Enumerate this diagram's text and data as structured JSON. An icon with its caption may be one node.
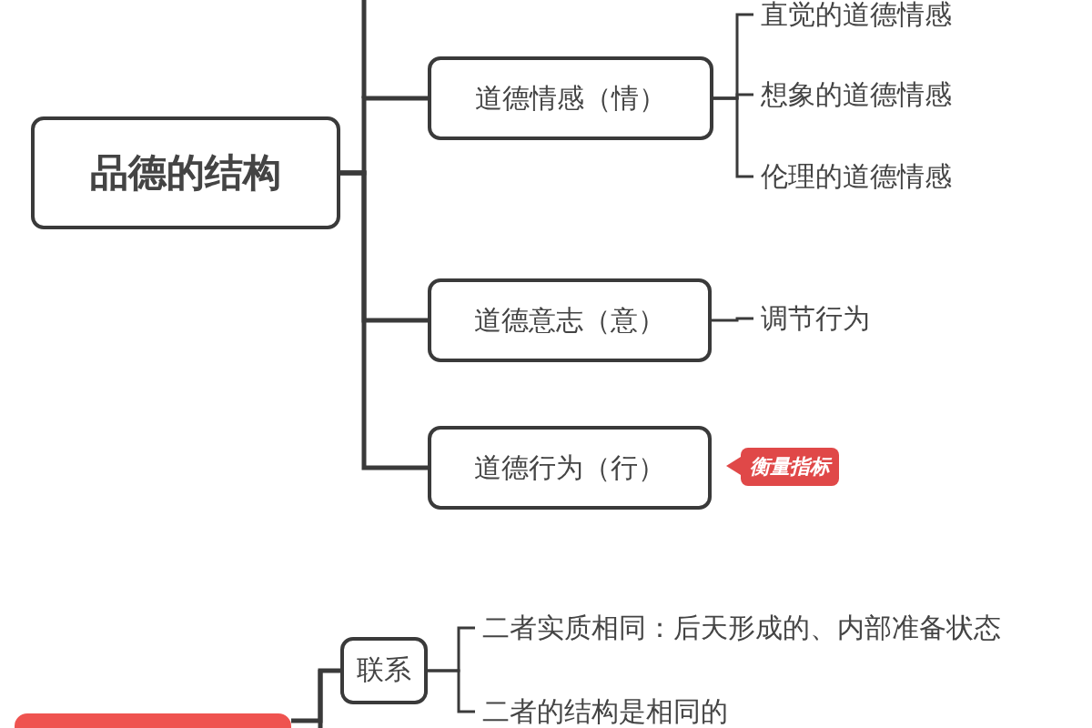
{
  "diagram": {
    "nodes": [
      {
        "text": [
          "品德的结构"
        ]
      },
      {
        "text": [
          "道德情感（情）"
        ]
      },
      {
        "text": [
          "直觉的道德情感"
        ]
      },
      {
        "text": [
          "想象的道德情感"
        ]
      },
      {
        "text": [
          "伦理的道德情感"
        ]
      },
      {
        "text": [
          "道德意志（意）"
        ]
      },
      {
        "text": [
          "调节行为"
        ]
      },
      {
        "text": [
          "道德行为（行）"
        ],
        "beside": [
          "衡量指标"
        ]
      },
      {
        "text": [],
        "shape": "box"
      },
      {
        "text": [
          "联系"
        ]
      },
      {
        "text": [
          "二者实质相同：后天形成的、内部准备状态"
        ]
      },
      {
        "text": [
          "二者的结构是相同的"
        ]
      }
    ],
    "edges": [
      {
        "from": 0,
        "to": 1,
        "arrow": "none"
      },
      {
        "from": 0,
        "to": 5,
        "arrow": "none"
      },
      {
        "from": 0,
        "to": 7,
        "arrow": "none"
      },
      {
        "from": 1,
        "to": 2,
        "arrow": "none"
      },
      {
        "from": 1,
        "to": 3,
        "arrow": "none"
      },
      {
        "from": 1,
        "to": 4,
        "arrow": "none"
      },
      {
        "from": 5,
        "to": 6,
        "arrow": "none"
      },
      {
        "from": 8,
        "to": 9,
        "arrow": "none"
      },
      {
        "from": 9,
        "to": 10,
        "arrow": "none"
      },
      {
        "from": 9,
        "to": 11,
        "arrow": "none"
      }
    ]
  }
}
